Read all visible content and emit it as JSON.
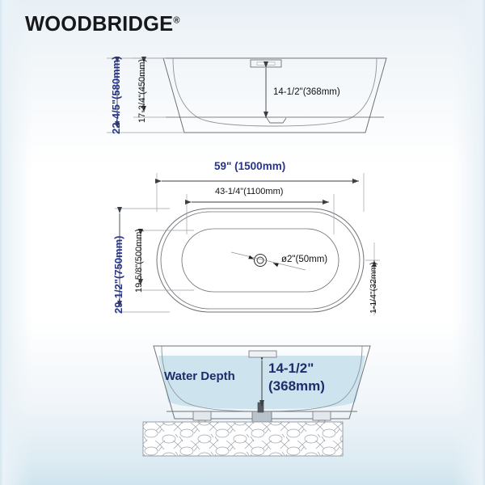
{
  "brand": {
    "name": "WOODBRIDGE",
    "registered_mark": "®"
  },
  "colors": {
    "accent_blue": "#26348c",
    "water_fill": "#cfe4ee",
    "line": "#6f7378",
    "text": "#111111"
  },
  "views": {
    "elevation": {
      "name": "front-elevation-view",
      "dimensions": {
        "overall_height": "22-4/5\"(580mm)",
        "basin_height": "17-3/4\"(450mm)",
        "water_depth": "14-1/2\"(368mm)"
      }
    },
    "plan": {
      "name": "top-plan-view",
      "dimensions": {
        "overall_length": "59\" (1500mm)",
        "inner_length": "43-1/4\"(1100mm)",
        "overall_width": "29-1/2\"(750mm)",
        "inner_width": "19-5/8\"(500mm)",
        "rim_width": "1-1/4\"(32mm)",
        "drain_diameter": "ø2\"(50mm)"
      }
    },
    "section": {
      "name": "water-depth-section-view",
      "labels": {
        "water_depth_label": "Water Depth",
        "water_depth_value_in": "14-1/2\"",
        "water_depth_value_mm": "(368mm)"
      }
    }
  }
}
